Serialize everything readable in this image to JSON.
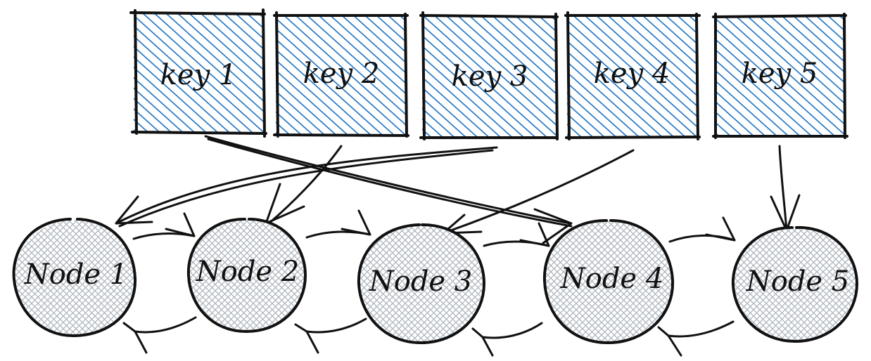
{
  "keys": [
    {
      "label": "key 1"
    },
    {
      "label": "key 2"
    },
    {
      "label": "key 3"
    },
    {
      "label": "key 4"
    },
    {
      "label": "key 5"
    }
  ],
  "nodes": [
    {
      "label": "Node 1"
    },
    {
      "label": "Node 2"
    },
    {
      "label": "Node 3"
    },
    {
      "label": "Node 4"
    },
    {
      "label": "Node 5"
    }
  ],
  "colors": {
    "key_fill": "#1971c2",
    "node_fill": "#868e96",
    "stroke": "#111111"
  }
}
